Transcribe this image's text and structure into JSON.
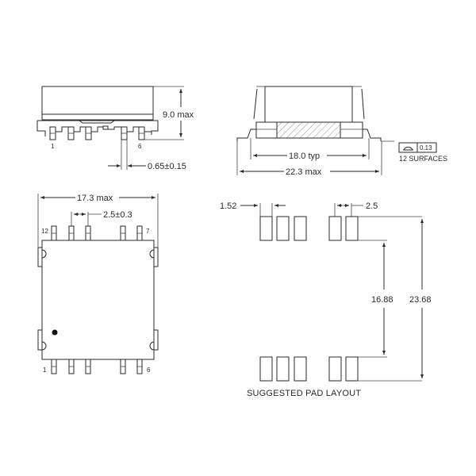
{
  "front_view": {
    "height_dim": "9.0 max",
    "pin_width_dim": "0.65±0.15",
    "pin_first": "1",
    "pin_last": "6"
  },
  "side_view": {
    "inner_span_dim": "18.0 typ",
    "outer_span_dim": "22.3 max",
    "coplanarity_value": "0.13",
    "coplanarity_note": "12 SURFACES",
    "coplanarity_symbol": "profile-of-surface-icon"
  },
  "top_view": {
    "width_dim": "17.3 max",
    "pitch_dim": "2.5±0.3",
    "pin_top_left": "12",
    "pin_top_right": "7",
    "pin_bottom_left": "1",
    "pin_bottom_right": "6",
    "pin1_marker": "dot"
  },
  "pad_layout": {
    "pad_width_dim": "1.52",
    "pad_pitch_dim": "2.5",
    "inner_row_span_dim": "16.88",
    "outer_row_span_dim": "23.68",
    "caption": "SUGGESTED PAD LAYOUT"
  }
}
